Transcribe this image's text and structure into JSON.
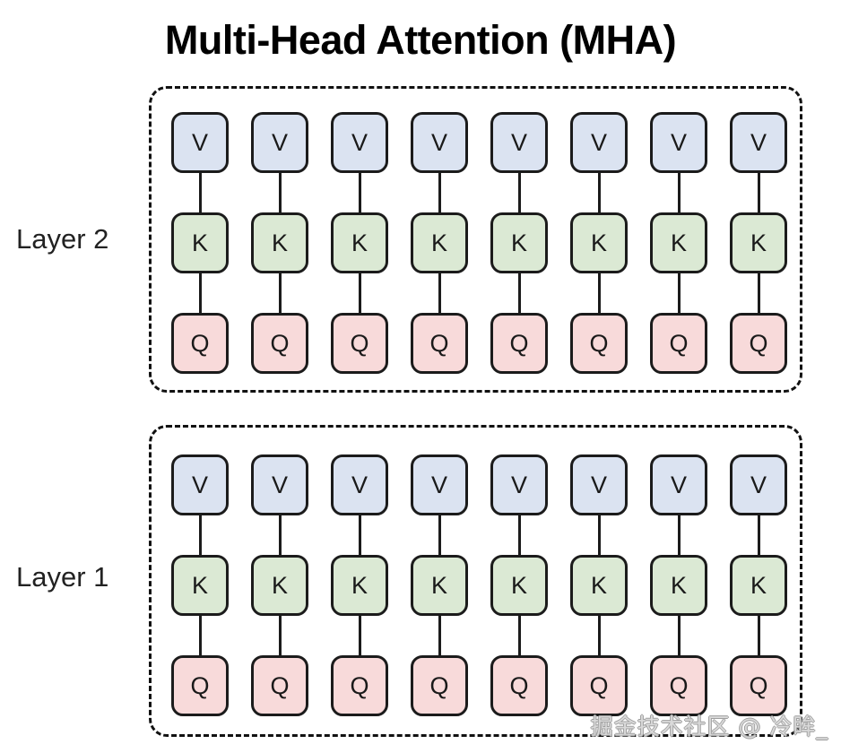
{
  "title": "Multi-Head Attention (MHA)",
  "watermark": "掘金技术社区 @ 冷眸_",
  "colors": {
    "v_fill": "#dbe3f1",
    "k_fill": "#dbe9d4",
    "q_fill": "#f8dada",
    "node_border": "#1b1b1b",
    "container_border": "#111111",
    "background": "#ffffff",
    "title_color": "#000000",
    "label_color": "#222222",
    "watermark_color": "#d8d8d8"
  },
  "node_labels": {
    "v": "V",
    "k": "K",
    "q": "Q"
  },
  "layers": [
    {
      "name": "layer-2",
      "label": "Layer 2",
      "head_count": 8,
      "heads": [
        {
          "v": "V",
          "k": "K",
          "q": "Q"
        },
        {
          "v": "V",
          "k": "K",
          "q": "Q"
        },
        {
          "v": "V",
          "k": "K",
          "q": "Q"
        },
        {
          "v": "V",
          "k": "K",
          "q": "Q"
        },
        {
          "v": "V",
          "k": "K",
          "q": "Q"
        },
        {
          "v": "V",
          "k": "K",
          "q": "Q"
        },
        {
          "v": "V",
          "k": "K",
          "q": "Q"
        },
        {
          "v": "V",
          "k": "K",
          "q": "Q"
        }
      ]
    },
    {
      "name": "layer-1",
      "label": "Layer 1",
      "head_count": 8,
      "heads": [
        {
          "v": "V",
          "k": "K",
          "q": "Q"
        },
        {
          "v": "V",
          "k": "K",
          "q": "Q"
        },
        {
          "v": "V",
          "k": "K",
          "q": "Q"
        },
        {
          "v": "V",
          "k": "K",
          "q": "Q"
        },
        {
          "v": "V",
          "k": "K",
          "q": "Q"
        },
        {
          "v": "V",
          "k": "K",
          "q": "Q"
        },
        {
          "v": "V",
          "k": "K",
          "q": "Q"
        },
        {
          "v": "V",
          "k": "K",
          "q": "Q"
        }
      ]
    }
  ]
}
